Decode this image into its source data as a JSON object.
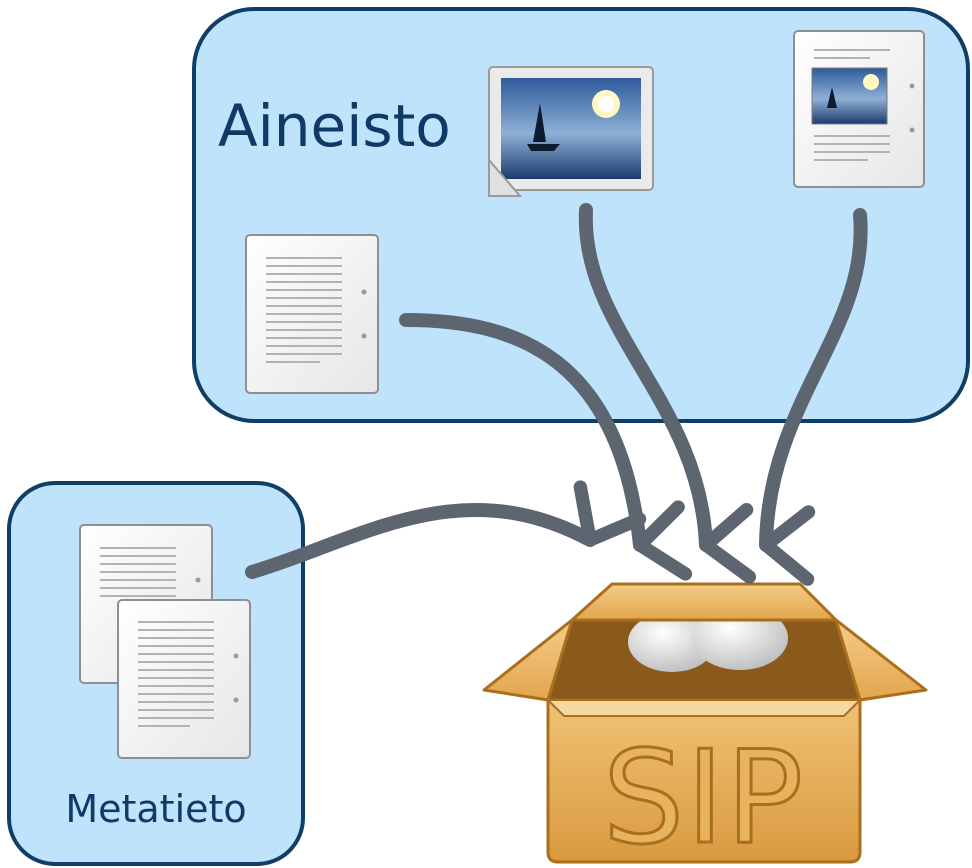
{
  "diagram": {
    "groups": [
      {
        "id": "aineisto",
        "label": "Aineisto"
      },
      {
        "id": "metatieto",
        "label": "Metatieto"
      }
    ],
    "target": {
      "id": "sip",
      "label": "SIP",
      "icon": "package-box-icon"
    },
    "items": [
      {
        "id": "aineisto-image",
        "icon": "image-file-icon",
        "group": "aineisto"
      },
      {
        "id": "aineisto-illustrated-document",
        "icon": "illustrated-document-icon",
        "group": "aineisto"
      },
      {
        "id": "aineisto-text-document",
        "icon": "text-document-icon",
        "group": "aineisto"
      },
      {
        "id": "metatieto-document-1",
        "icon": "text-document-icon",
        "group": "metatieto"
      },
      {
        "id": "metatieto-document-2",
        "icon": "text-document-icon",
        "group": "metatieto"
      }
    ],
    "arrows": [
      {
        "from": "aineisto-text-document",
        "to": "sip"
      },
      {
        "from": "aineisto-image",
        "to": "sip"
      },
      {
        "from": "aineisto-illustrated-document",
        "to": "sip"
      },
      {
        "from": "metatieto",
        "to": "sip"
      }
    ],
    "colors": {
      "group_fill": "#bfe3fb",
      "group_stroke": "#0f3f66",
      "arrow": "#5d6670",
      "box_fill": "#e8b35e",
      "box_stroke": "#a96f1c"
    }
  }
}
